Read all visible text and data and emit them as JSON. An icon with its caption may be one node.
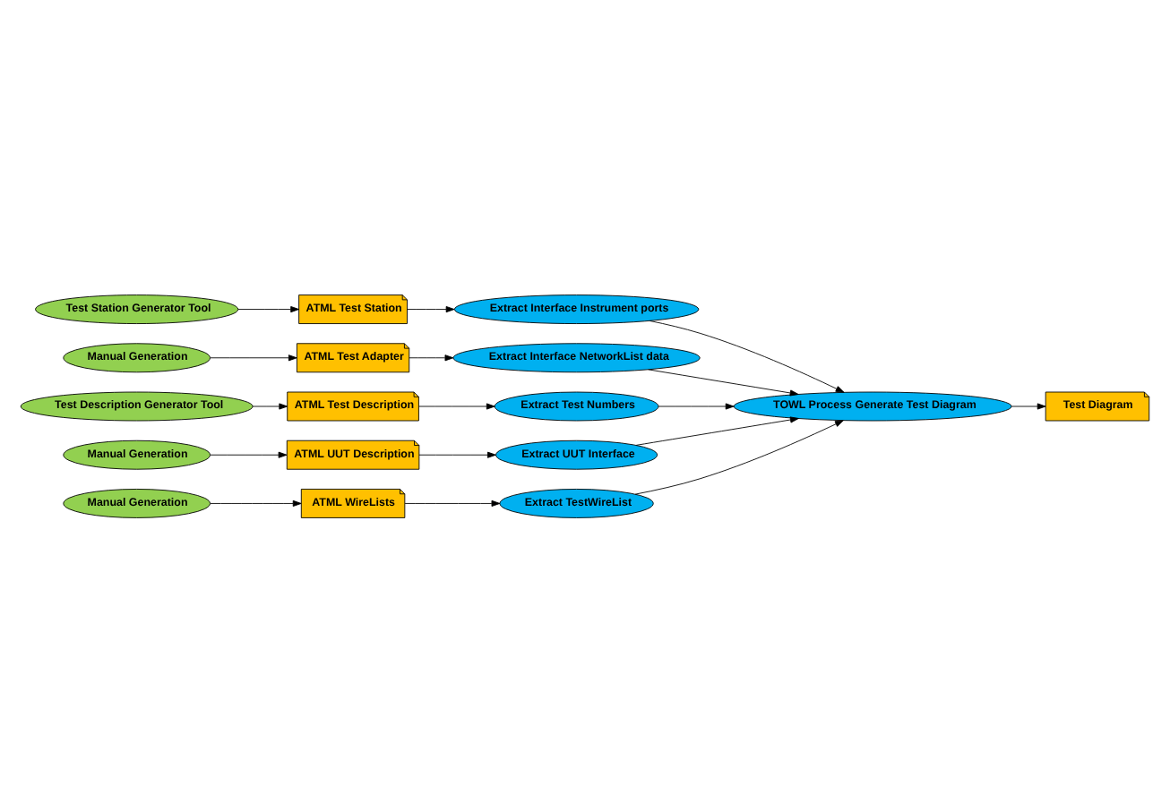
{
  "diagram": {
    "nodes": [
      {
        "text": [
          "Test Station Generator Tool"
        ]
      },
      {
        "text": [
          "ATML Test Station"
        ]
      },
      {
        "text": [
          "Extract Interface Instrument ports"
        ]
      },
      {
        "text": [
          "Manual Generation"
        ]
      },
      {
        "text": [
          "ATML Test Adapter"
        ]
      },
      {
        "text": [
          "Extract Interface NetworkList data"
        ]
      },
      {
        "text": [
          "Test Description Generator Tool"
        ]
      },
      {
        "text": [
          "ATML Test Description"
        ]
      },
      {
        "text": [
          "Extract Test Numbers"
        ]
      },
      {
        "text": [
          "TOWL Process Generate Test Diagram"
        ]
      },
      {
        "text": [
          "Manual Generation"
        ]
      },
      {
        "text": [
          "ATML UUT Description"
        ]
      },
      {
        "text": [
          "Extract UUT Interface"
        ]
      },
      {
        "text": [
          "Manual Generation"
        ]
      },
      {
        "text": [
          "ATML WireLists"
        ]
      },
      {
        "text": [
          "Extract TestWireList"
        ]
      },
      {
        "text": [
          "Test Diagram"
        ]
      }
    ],
    "edges": [
      {
        "from": 0,
        "to": 1,
        "arrow": "to"
      },
      {
        "from": 1,
        "to": 2,
        "arrow": "to"
      },
      {
        "from": 2,
        "to": 9,
        "arrow": "to"
      },
      {
        "from": 3,
        "to": 4,
        "arrow": "to"
      },
      {
        "from": 4,
        "to": 5,
        "arrow": "to"
      },
      {
        "from": 5,
        "to": 9,
        "arrow": "to"
      },
      {
        "from": 6,
        "to": 7,
        "arrow": "to"
      },
      {
        "from": 7,
        "to": 8,
        "arrow": "to"
      },
      {
        "from": 8,
        "to": 9,
        "arrow": "to"
      },
      {
        "from": 9,
        "to": 16,
        "arrow": "to"
      },
      {
        "from": 10,
        "to": 11,
        "arrow": "to"
      },
      {
        "from": 11,
        "to": 12,
        "arrow": "to"
      },
      {
        "from": 12,
        "to": 9,
        "arrow": "to"
      },
      {
        "from": 13,
        "to": 14,
        "arrow": "to"
      },
      {
        "from": 14,
        "to": 15,
        "arrow": "to"
      },
      {
        "from": 15,
        "to": 9,
        "arrow": "to"
      }
    ]
  }
}
